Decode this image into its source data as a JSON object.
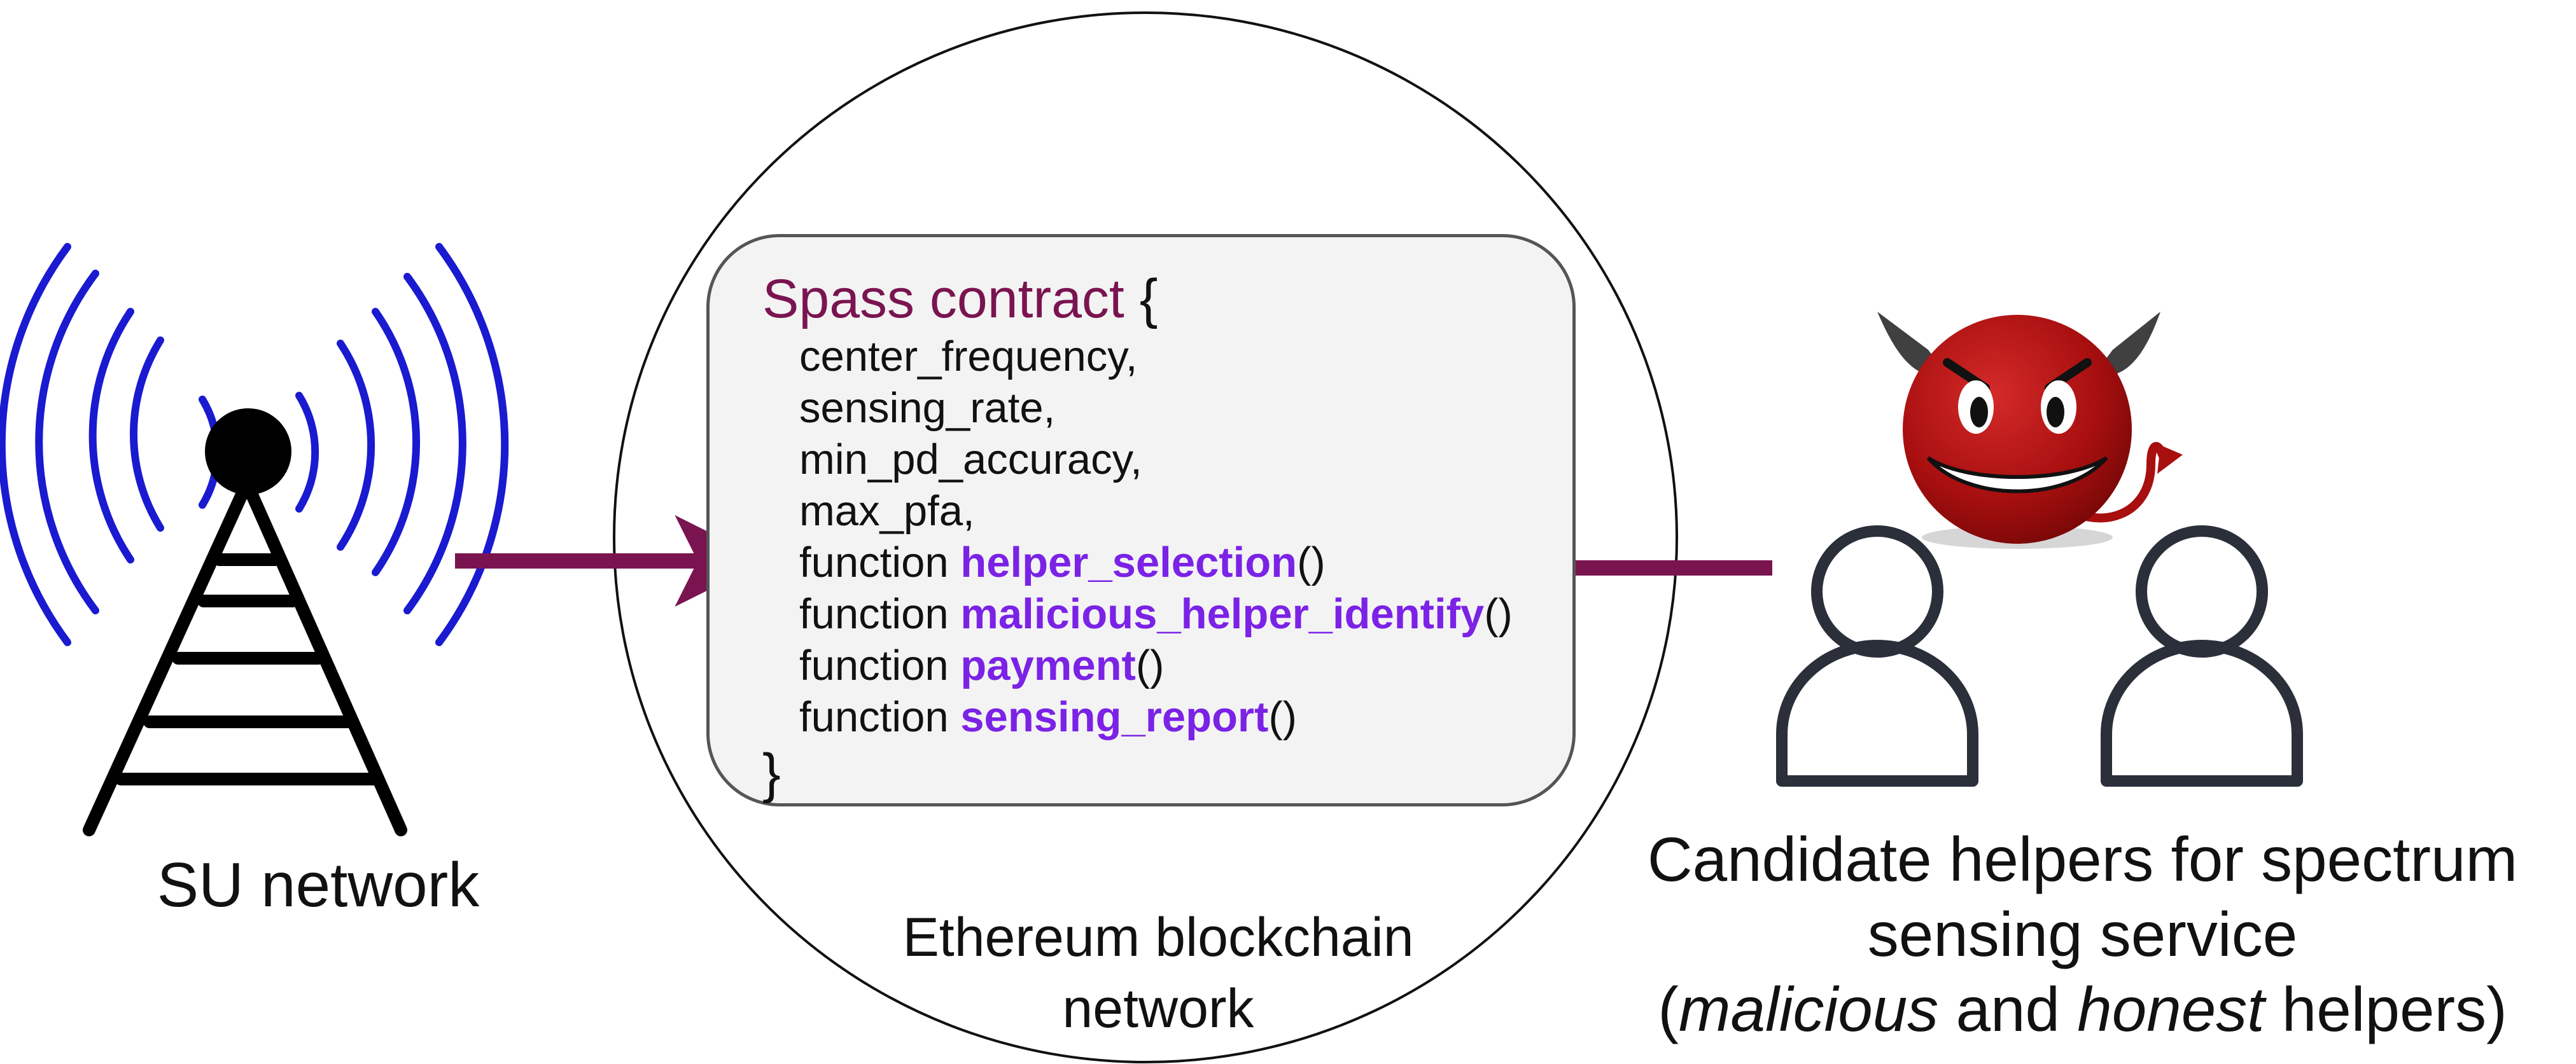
{
  "su_network": {
    "label": "SU network"
  },
  "blockchain": {
    "label_line1": "Ethereum blockchain",
    "label_line2": "network"
  },
  "contract": {
    "name": "Spass contract",
    "open_brace": "{",
    "close_brace": "}",
    "fields": [
      "center_frequency,",
      "sensing_rate,",
      "min_pd_accuracy,",
      "max_pfa,"
    ],
    "function_keyword": "function",
    "paren": "()",
    "functions": [
      "helper_selection",
      "malicious_helper_identify",
      "payment",
      "sensing_report"
    ]
  },
  "helpers": {
    "line1": "Candidate helpers for spectrum",
    "line2": "sensing service",
    "line3_open": "(",
    "malicious_word": "malicious",
    "and_word": " and ",
    "honest_word": "honest",
    "line3_end": " helpers)"
  },
  "colors": {
    "radio_waves": "#1a1ad0",
    "arrow": "#7a1450",
    "function_names": "#7b22e6",
    "devil_body": "#a80f0f",
    "user_outline": "#2b2f3a"
  },
  "icons": [
    "radio-tower-icon",
    "devil-icon",
    "user-icon",
    "user-icon"
  ]
}
